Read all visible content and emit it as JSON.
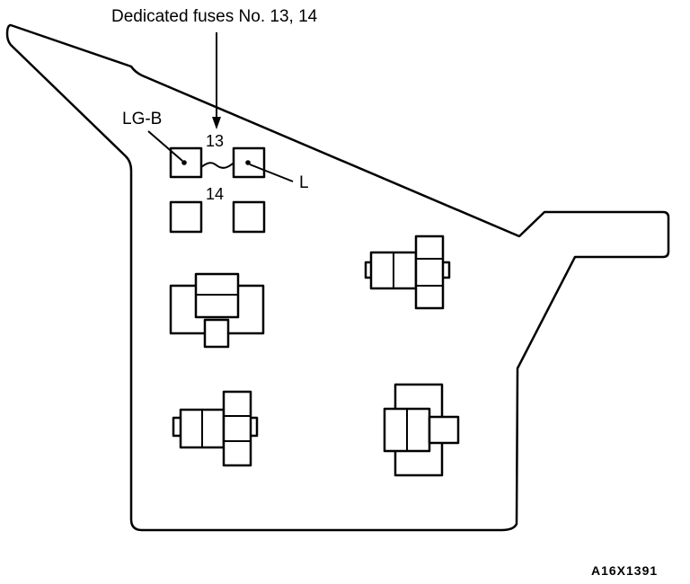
{
  "callout": {
    "title": "Dedicated fuses No. 13, 14"
  },
  "fuses": {
    "fuse_13": "13",
    "fuse_14": "14"
  },
  "wires": {
    "left_wire": "LG-B",
    "right_wire": "L"
  },
  "figure_code": "A16X1391"
}
